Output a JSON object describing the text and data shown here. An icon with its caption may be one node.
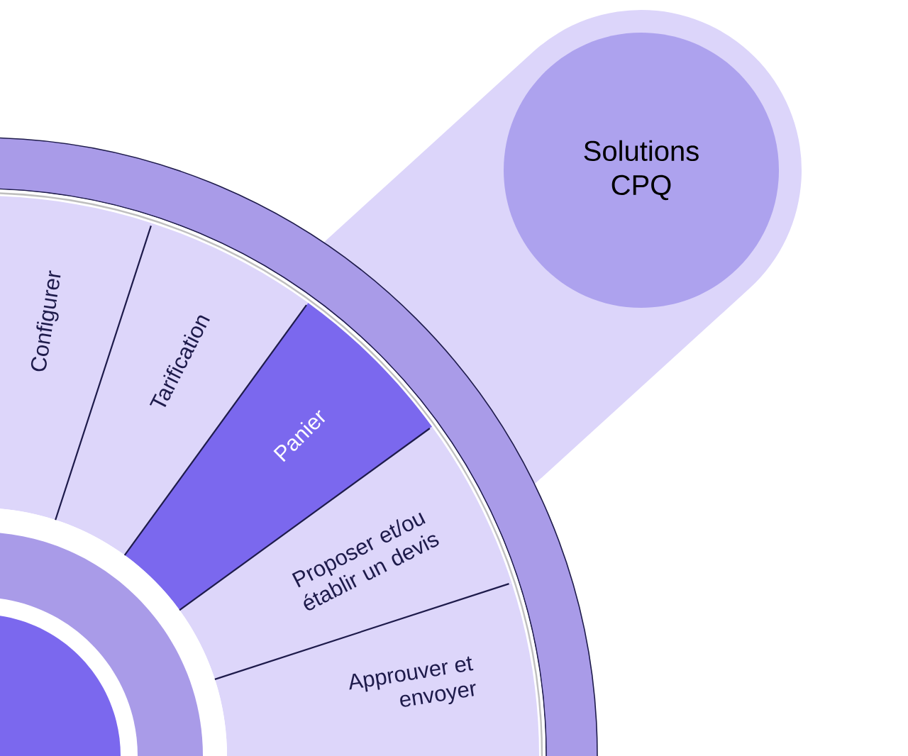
{
  "diagram": {
    "nodes": [
      {
        "text": [
          "Solutions CPQ"
        ]
      },
      {
        "text": [
          "Configurer"
        ]
      },
      {
        "text": [
          "Tarification"
        ]
      },
      {
        "text": [
          "Panier"
        ]
      },
      {
        "text": [
          "Proposer et/ou établir un devis"
        ]
      },
      {
        "text": [
          "Approuver et envoyer"
        ]
      }
    ]
  }
}
